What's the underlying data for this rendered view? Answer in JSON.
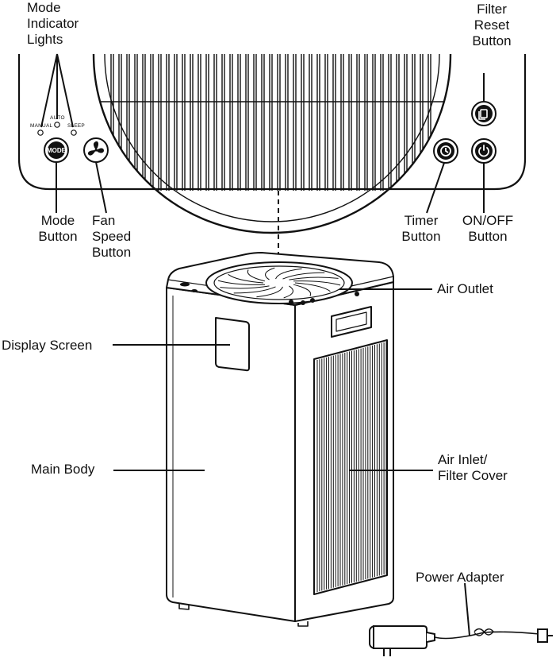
{
  "labels": {
    "mode_indicator_lights": "Mode\nIndicator\nLights",
    "filter_reset_button": "Filter\nReset\nButton",
    "mode_button": "Mode\nButton",
    "fan_speed_button": "Fan\nSpeed\nButton",
    "timer_button": "Timer\nButton",
    "on_off_button": "ON/OFF\nButton",
    "air_outlet": "Air Outlet",
    "display_screen": "Display Screen",
    "main_body": "Main Body",
    "air_inlet_filter_cover": "Air Inlet/\nFilter Cover",
    "power_adapter": "Power Adapter"
  },
  "panel": {
    "light_manual": "MANUAL",
    "light_auto": "AUTO",
    "light_sleep": "SLEEP",
    "mode_button_text": "MODE"
  },
  "icons": {
    "fan": "fan-icon",
    "timer": "clock-icon",
    "power": "power-icon",
    "filter_reset": "filter-icon"
  },
  "colors": {
    "line": "#111111",
    "background": "#ffffff"
  }
}
